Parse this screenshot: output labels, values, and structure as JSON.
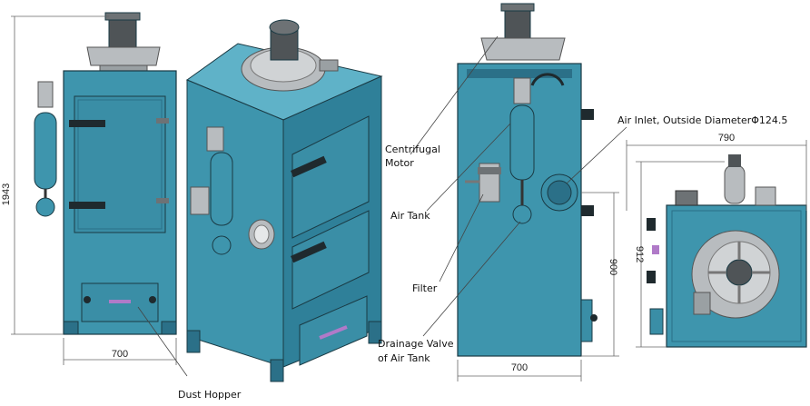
{
  "dimensions": {
    "front_height": "1943",
    "front_width": "700",
    "side_width": "700",
    "side_inlet_height": "900",
    "top_depth": "790",
    "top_width": "912"
  },
  "labels": {
    "centrifugal_motor_line1": "Centrifugal",
    "centrifugal_motor_line2": "Motor",
    "air_tank": "Air Tank",
    "filter": "Filter",
    "drainage_valve_line1": "Drainage Valve",
    "drainage_valve_line2": "of Air Tank",
    "air_inlet": "Air Inlet, Outside DiameterΦ124.5",
    "dust_hopper": "Dust Hopper"
  },
  "colors": {
    "body": "#3e95ad",
    "body_dark": "#2b7088",
    "body_light": "#5fb2c8",
    "outline": "#1a3a44",
    "metal": "#b8bcbf",
    "metal_dark": "#6d7275",
    "motor": "#4f5457",
    "handle": "#b07ac8"
  }
}
